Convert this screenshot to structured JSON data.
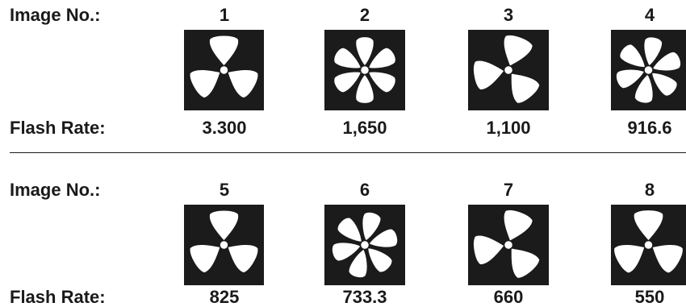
{
  "labels": {
    "image_no": "Image No.:",
    "flash_rate": "Flash Rate:"
  },
  "rows": [
    {
      "items": [
        {
          "number": "1",
          "rate": "3.300",
          "icon": "three-blade-propeller-icon",
          "blades": 3,
          "rotation_deg": 0
        },
        {
          "number": "2",
          "rate": "1,650",
          "icon": "six-blade-fan-icon",
          "blades": 6,
          "rotation_deg": 0
        },
        {
          "number": "3",
          "rate": "1,100",
          "icon": "three-blade-propeller-icon",
          "blades": 3,
          "rotation_deg": 20
        },
        {
          "number": "4",
          "rate": "916.6",
          "icon": "six-blade-fan-icon",
          "blades": 6,
          "rotation_deg": 10
        }
      ]
    },
    {
      "items": [
        {
          "number": "5",
          "rate": "825",
          "icon": "three-blade-propeller-icon",
          "blades": 3,
          "rotation_deg": 0
        },
        {
          "number": "6",
          "rate": "733.3",
          "icon": "six-blade-fan-icon",
          "blades": 6,
          "rotation_deg": 15
        },
        {
          "number": "7",
          "rate": "660",
          "icon": "three-blade-propeller-icon",
          "blades": 3,
          "rotation_deg": 20
        },
        {
          "number": "8",
          "rate": "550",
          "icon": "three-blade-propeller-icon",
          "blades": 3,
          "rotation_deg": 0
        }
      ]
    }
  ],
  "colors": {
    "tile": "#1b1b1b",
    "blade": "#ffffff",
    "text": "#1a1a1a",
    "divider": "#1a1a1a"
  }
}
